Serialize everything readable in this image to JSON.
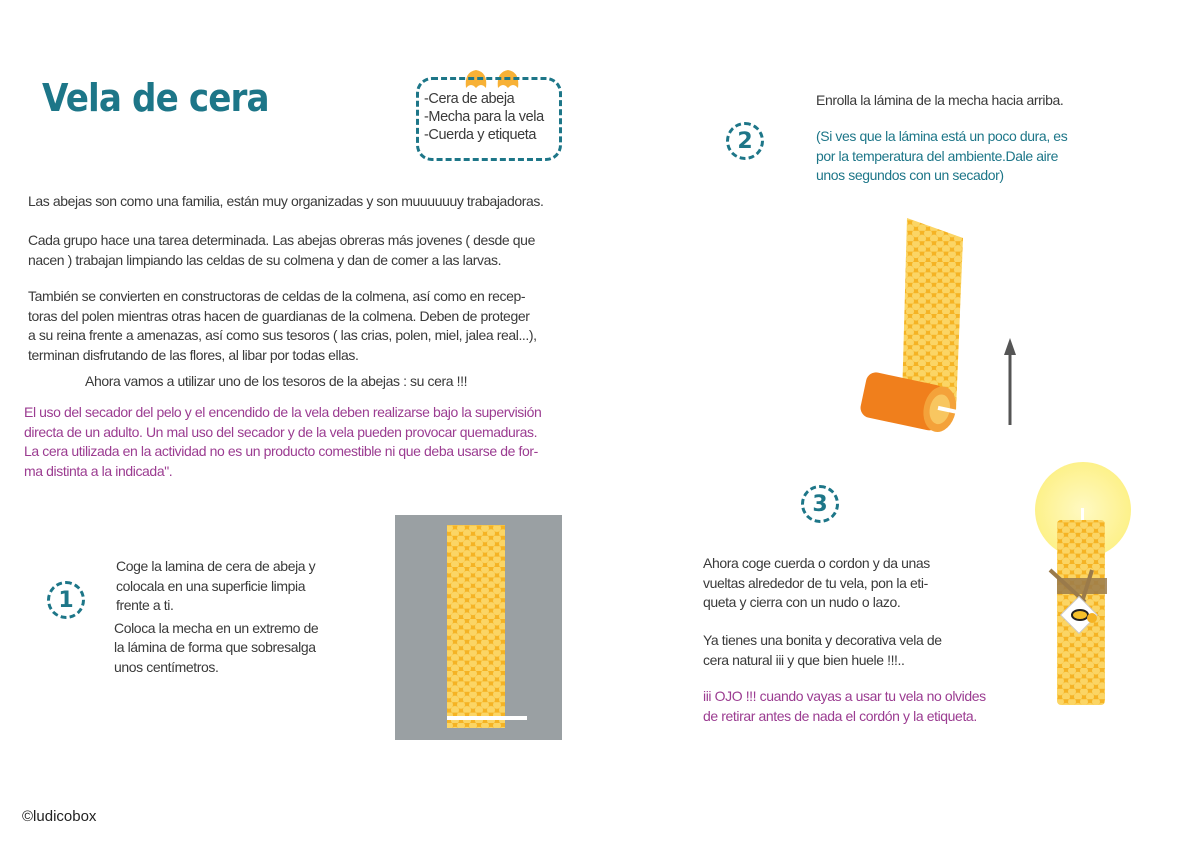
{
  "title": "Vela de cera",
  "materials": [
    "-Cera de abeja",
    "-Mecha para la vela",
    "-Cuerda y etiqueta"
  ],
  "intro": {
    "p1": "Las abejas  son como una familia, están muy organizadas y  son muuuuuuy trabajadoras.",
    "p2": [
      "Cada grupo hace una tarea determinada. Las abejas  obreras más  jovenes  ( desde  que",
      "nacen ) trabajan limpiando las celdas de su colmena y dan de comer a las larvas."
    ],
    "p3": [
      "También se convierten en constructoras de celdas de la colmena, así como en recep-",
      "toras del polen mientras otras hacen de guardianas de la colmena. Deben de proteger",
      "a su reina frente a amenazas, así como sus tesoros ( las crias, polen, miel, jalea real...),",
      "terminan disfrutando de las flores, al libar por todas ellas."
    ],
    "p4": "Ahora vamos a utilizar uno de los tesoros de la abejas : su cera !!!"
  },
  "warning": [
    "El uso del secador del pelo y el encendido de la vela deben realizarse bajo la supervisión",
    "directa de un adulto. Un mal uso del secador y de la vela pueden provocar quemaduras.",
    "La cera utilizada en la actividad no es un producto comestible ni que deba usarse de for-",
    "ma distinta a la indicada\"."
  ],
  "step1": {
    "number": "1",
    "lines": [
      "Coge la lamina de cera de abeja y",
      "colocala en una superficie limpia",
      "frente a ti.",
      "Coloca la mecha en un extremo de",
      "la lámina de forma que sobresalga",
      " unos centímetros."
    ]
  },
  "step2": {
    "number": "2",
    "text": "Enrolla la lámina de la mecha hacia arriba.",
    "note": [
      "(Si ves que la lámina está un poco dura, es",
      "por la temperatura del ambiente.Dale aire",
      "unos segundos con un secador)"
    ]
  },
  "step3": {
    "number": "3",
    "lines": [
      "Ahora coge cuerda o cordon y da unas",
      "vueltas alrededor de tu vela, pon la eti-",
      "queta y cierra con un nudo o lazo."
    ],
    "lines2": [
      "Ya tienes una bonita y decorativa vela de",
      " cera natural iii y que bien huele !!!.."
    ],
    "note": [
      "iii OJO !!! cuando vayas a usar tu vela no olvides",
      "de retirar antes de nada el cordón y la etiqueta."
    ]
  },
  "copyright": "©ludicobox",
  "colors": {
    "teal": "#1d7688",
    "purple": "#9b3c91",
    "wax": "#f7b731",
    "orange": "#f07f1c",
    "gray_bg": "#9aa0a3"
  }
}
